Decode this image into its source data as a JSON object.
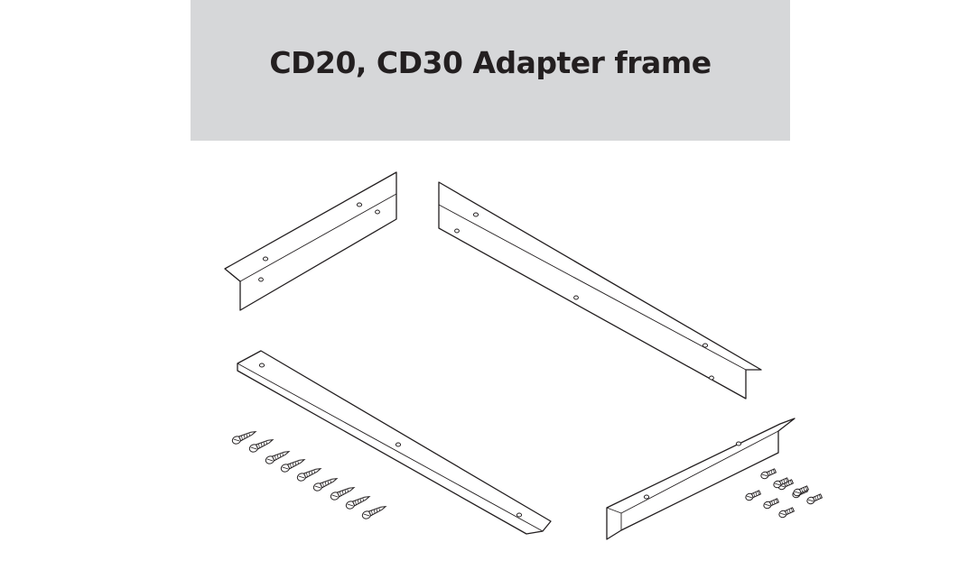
{
  "header": {
    "title": "CD20, CD30 Adapter frame"
  },
  "parts": {
    "short_angle_bracket": "angle-bracket",
    "long_angle_bracket": "angle-bracket",
    "flat_bar": "flat-bar",
    "small_angle_bracket": "angle-bracket",
    "wood_screws": {
      "icon": "screw-icon",
      "count": 9
    },
    "machine_screws": {
      "icon": "screw-icon",
      "count": 9
    }
  },
  "colors": {
    "banner": "#d6d7d9",
    "line": "#231f20",
    "background": "#ffffff"
  }
}
